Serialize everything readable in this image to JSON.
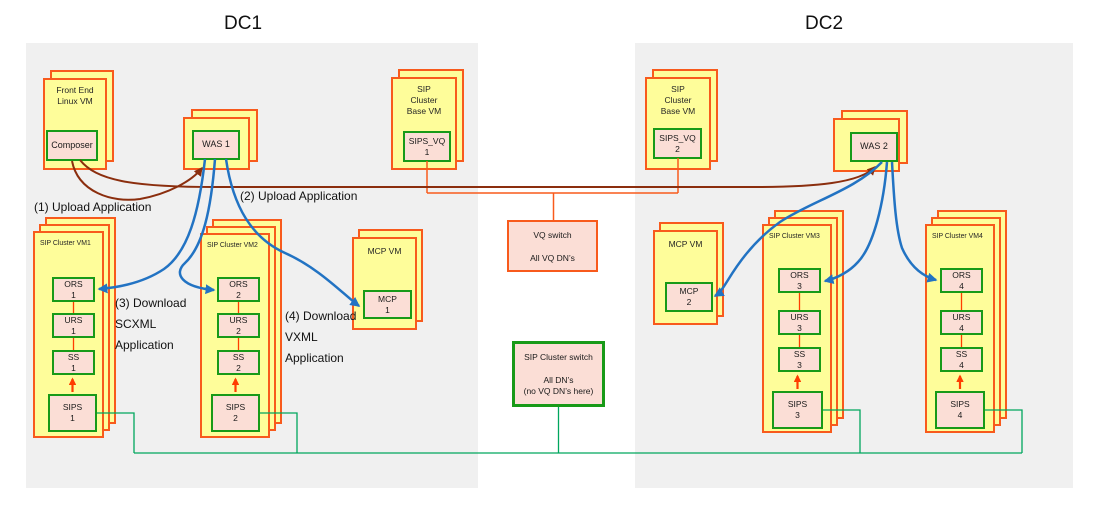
{
  "titles": {
    "dc1": "DC1",
    "dc2": "DC2"
  },
  "annotations": {
    "a1": "(1) Upload Application",
    "a2": "(2) Upload Application",
    "a3_l1": "(3) Download",
    "a3_l2": "SCXML",
    "a3_l3": "Application",
    "a4_l1": "(4) Download",
    "a4_l2": "VXML",
    "a4_l3": "Application"
  },
  "dc1": {
    "frontend_vm": {
      "line1": "Front End",
      "line2": "Linux VM",
      "composer": "Composer"
    },
    "was_vm": {
      "label": "WAS 1"
    },
    "sip_base_vm": {
      "line1": "SIP",
      "line2": "Cluster",
      "line3": "Base VM",
      "sips_vq": "SIPS_VQ",
      "sips_vq_num": "1"
    },
    "mcp_vm": {
      "title": "MCP VM",
      "mcp": "MCP",
      "mcp_num": "1"
    },
    "cluster_vm1": {
      "title": "SIP Cluster VM1",
      "ors": "ORS",
      "ors_num": "1",
      "urs": "URS",
      "urs_num": "1",
      "ss": "SS",
      "ss_num": "1",
      "sips": "SIPS",
      "sips_num": "1"
    },
    "cluster_vm2": {
      "title": "SIP Cluster VM2",
      "ors": "ORS",
      "ors_num": "2",
      "urs": "URS",
      "urs_num": "2",
      "ss": "SS",
      "ss_num": "2",
      "sips": "SIPS",
      "sips_num": "2"
    }
  },
  "switches": {
    "vq_switch": {
      "line1": "VQ switch",
      "line2": "All VQ DN’s"
    },
    "sip_cluster_switch": {
      "line1": "SIP Cluster switch",
      "line2": "All DN’s",
      "line3": "(no VQ DN’s here)"
    }
  },
  "dc2": {
    "sip_base_vm": {
      "line1": "SIP",
      "line2": "Cluster",
      "line3": "Base VM",
      "sips_vq": "SIPS_VQ",
      "sips_vq_num": "2"
    },
    "was_vm": {
      "label": "WAS 2"
    },
    "mcp_vm": {
      "title": "MCP VM",
      "mcp": "MCP",
      "mcp_num": "2"
    },
    "cluster_vm3": {
      "title": "SIP Cluster VM3",
      "ors": "ORS",
      "ors_num": "3",
      "urs": "URS",
      "urs_num": "3",
      "ss": "SS",
      "ss_num": "3",
      "sips": "SIPS",
      "sips_num": "3"
    },
    "cluster_vm4": {
      "title": "SIP Cluster VM4",
      "ors": "ORS",
      "ors_num": "4",
      "urs": "URS",
      "urs_num": "4",
      "ss": "SS",
      "ss_num": "4",
      "sips": "SIPS",
      "sips_num": "4"
    }
  },
  "colors": {
    "vm_fill": "#FEFD9A",
    "vm_border": "#F85A1C",
    "component_fill": "#FBDED6",
    "component_border": "#189A18",
    "upload_arrow": "#8B2E0E",
    "download_arrow": "#2273C3",
    "internal_arrow": "#FF3C00",
    "sip_network_line": "#00A65E",
    "vq_network_line": "#F85A1C",
    "panel_background": "#F0F0F0"
  }
}
